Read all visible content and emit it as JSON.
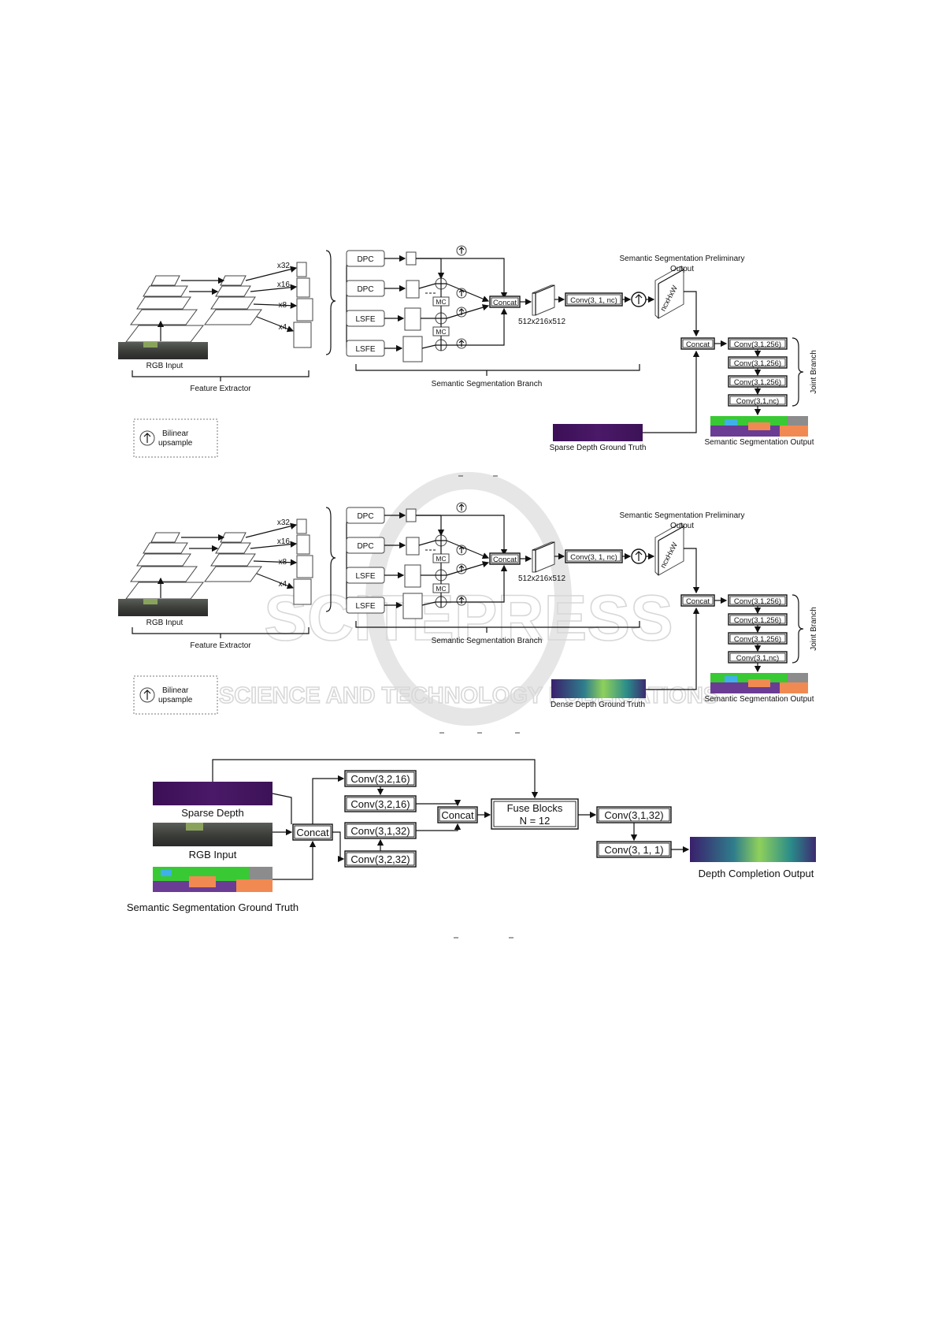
{
  "watermark": {
    "main": "SCITEPRESS",
    "sub": "SCIENCE AND TECHNOLOGY PUBLICATIONS"
  },
  "figure_a": {
    "scales": [
      "x32",
      "x16",
      "x8",
      "x4"
    ],
    "rgb_label": "RGB Input",
    "feature_extractor_label": "Feature Extractor",
    "branch_blocks": [
      "DPC",
      "DPC",
      "LSFE",
      "LSFE"
    ],
    "mc_label": "MC",
    "concat_label": "Concat",
    "conv_label": "Conv(3, 1, nc)",
    "tensor_size": "512x216x512",
    "prelim_line1": "Semantic Segmentation Preliminary",
    "prelim_line2": "Output",
    "ncxhxw": "ncxHxW",
    "branch_label": "Semantic Segmentation Branch",
    "joint_concat": "Concat",
    "joint_convs": [
      "Conv(3,1,256)",
      "Conv(3,1,256)",
      "Conv(3,1,256)",
      "Conv(3,1,nc)"
    ],
    "joint_label": "Joint Branch",
    "depth_gt_label": "Sparse Depth Ground Truth",
    "seg_out_label": "Semantic Segmentation Output",
    "legend_line1": "Bilinear",
    "legend_line2": "upsample"
  },
  "figure_b": {
    "scales": [
      "x32",
      "x16",
      "x8",
      "x4"
    ],
    "rgb_label": "RGB Input",
    "feature_extractor_label": "Feature Extractor",
    "branch_blocks": [
      "DPC",
      "DPC",
      "LSFE",
      "LSFE"
    ],
    "mc_label": "MC",
    "concat_label": "Concat",
    "conv_label": "Conv(3, 1, nc)",
    "tensor_size": "512x216x512",
    "prelim_line1": "Semantic Segmentation Preliminary",
    "prelim_line2": "Output",
    "ncxhxw": "ncxHxW",
    "branch_label": "Semantic Segmentation Branch",
    "joint_concat": "Concat",
    "joint_convs": [
      "Conv(3,1,256)",
      "Conv(3,1,256)",
      "Conv(3,1,256)",
      "Conv(3,1,nc)"
    ],
    "joint_label": "Joint Branch",
    "depth_gt_label": "Dense Depth Ground Truth",
    "seg_out_label": "Semantic Segmentation Output",
    "legend_line1": "Bilinear",
    "legend_line2": "upsample"
  },
  "figure_c": {
    "sparse_label": "Sparse Depth",
    "rgb_label": "RGB Input",
    "seg_gt_label": "Semantic Segmentation Ground Truth",
    "concat1": "Concat",
    "convs": [
      "Conv(3,2,16)",
      "Conv(3,2,16)",
      "Conv(3,1,32)",
      "Conv(3,2,32)"
    ],
    "concat2": "Concat",
    "fuse_line1": "Fuse Blocks",
    "fuse_line2": "N = 12",
    "out_conv1": "Conv(3,1,32)",
    "out_conv2": "Conv(3, 1, 1)",
    "output_label": "Depth Completion Output"
  },
  "colors": {
    "depth_dark": "#3d1257",
    "depth_bright": "#bde04a",
    "seg_green": "#39c934",
    "seg_purple": "#6a3c93",
    "seg_orange": "#f08a52",
    "seg_gray": "#8c8c8c",
    "seg_blue": "#3fb0e8"
  }
}
